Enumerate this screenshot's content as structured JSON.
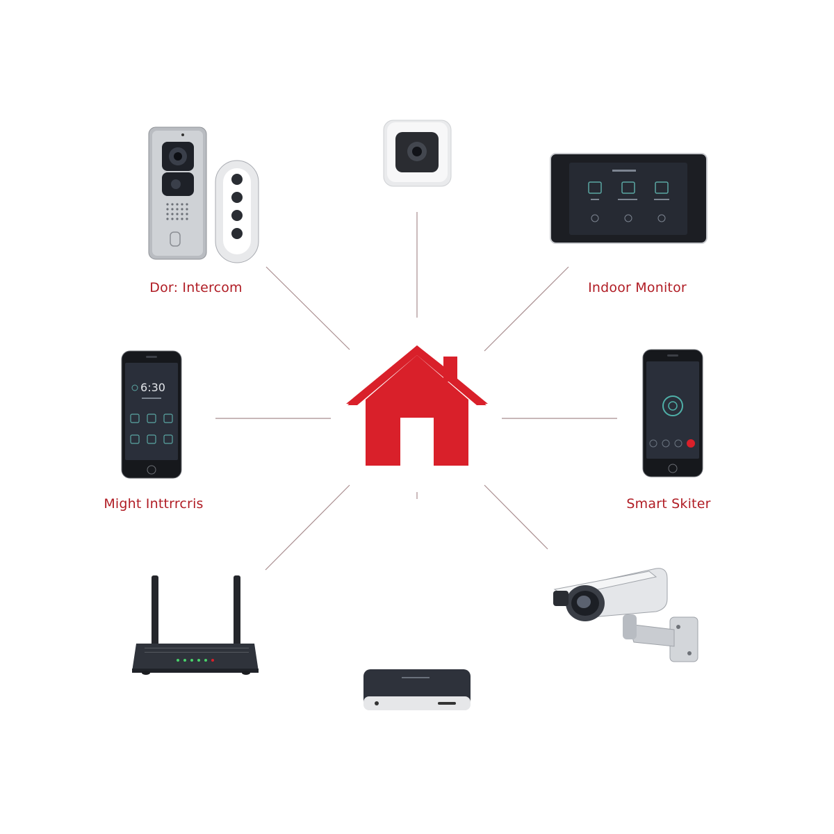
{
  "diagram": {
    "labels": {
      "door_intercom": "Dor: Intercom",
      "indoor_monitor": "Indoor Monitor",
      "mobile_left": "Might Inttrrcris",
      "mobile_right": "Smart Skiter"
    },
    "phone_left": {
      "time": "6:30"
    },
    "colors": {
      "accent": "#d9202a",
      "line": "#9a7a7c",
      "device_dark": "#2b2e36"
    }
  }
}
